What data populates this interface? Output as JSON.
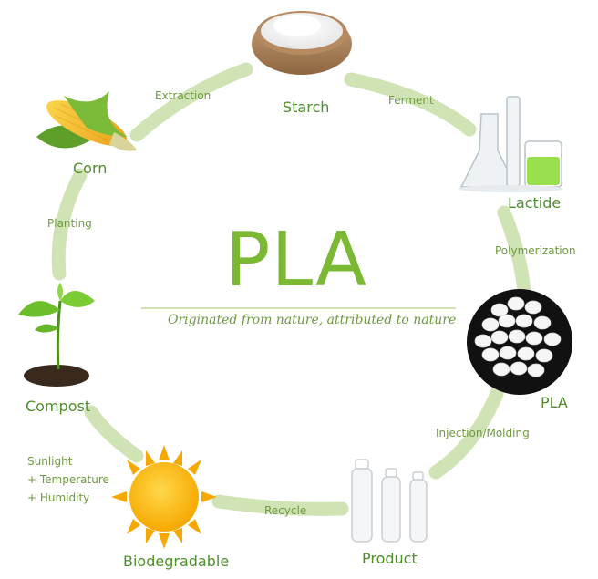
{
  "title": "PLA",
  "subtitle": "Originated from nature, attributed to nature",
  "nodes": {
    "starch": "Starch",
    "lactide": "Lactide",
    "pla": "PLA",
    "product": "Product",
    "biodegradable": "Biodegradable",
    "compost": "Compost",
    "corn": "Corn"
  },
  "edges": {
    "ferment": "Ferment",
    "polymerization": "Polymerization",
    "injection_molding": "Injection/Molding",
    "recycle": "Recycle",
    "planting": "Planting",
    "extraction": "Extraction"
  },
  "conditions": {
    "line1": "Sunlight",
    "line2": "+ Temperature",
    "line3": "+ Humidity"
  },
  "colors": {
    "ring": "#cfe3b4",
    "accent": "#7bb935",
    "label": "#4f8f2c"
  }
}
